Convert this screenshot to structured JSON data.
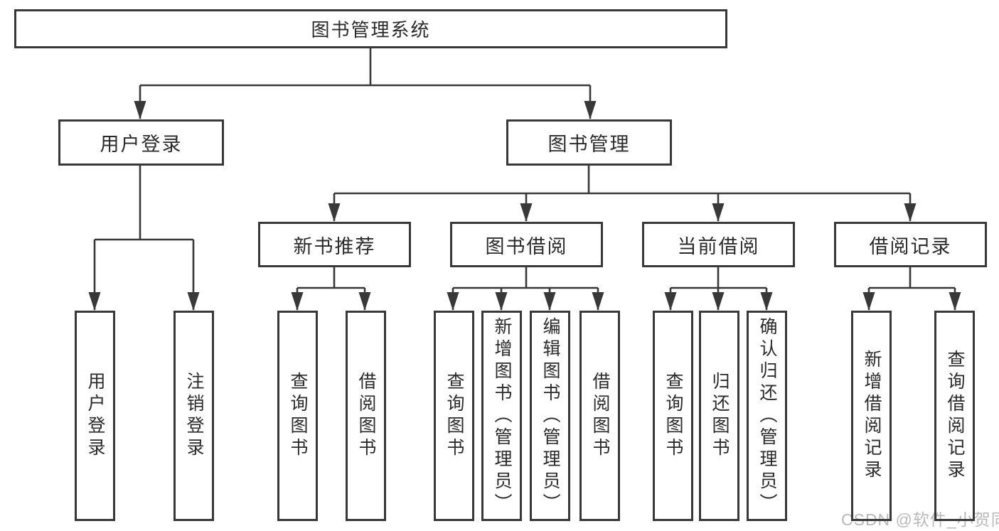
{
  "diagram_title": "图书管理系统",
  "nodes": {
    "root": "图书管理系统",
    "level2": [
      "用户登录",
      "图书管理"
    ],
    "level3": [
      "新书推荐",
      "图书借阅",
      "当前借阅",
      "借阅记录"
    ],
    "leaves_user": [
      "用户登录",
      "注销登录"
    ],
    "leaves_newbook": [
      "查询图书",
      "借阅图书"
    ],
    "leaves_borrow": [
      "查询图书",
      "新增图书（管理员）",
      "编辑图书（管理员）",
      "借阅图书"
    ],
    "leaves_current": [
      "查询图书",
      "归还图书",
      "确认归还（管理员）"
    ],
    "leaves_record": [
      "新增借阅记录",
      "查询借阅记录"
    ]
  },
  "watermark": {
    "text": "CSDN @软件_小贺同学"
  },
  "colors": {
    "line": "#383838",
    "text": "#2a2a2a",
    "watermark": "#b9b9b9",
    "background": "#ffffff"
  }
}
